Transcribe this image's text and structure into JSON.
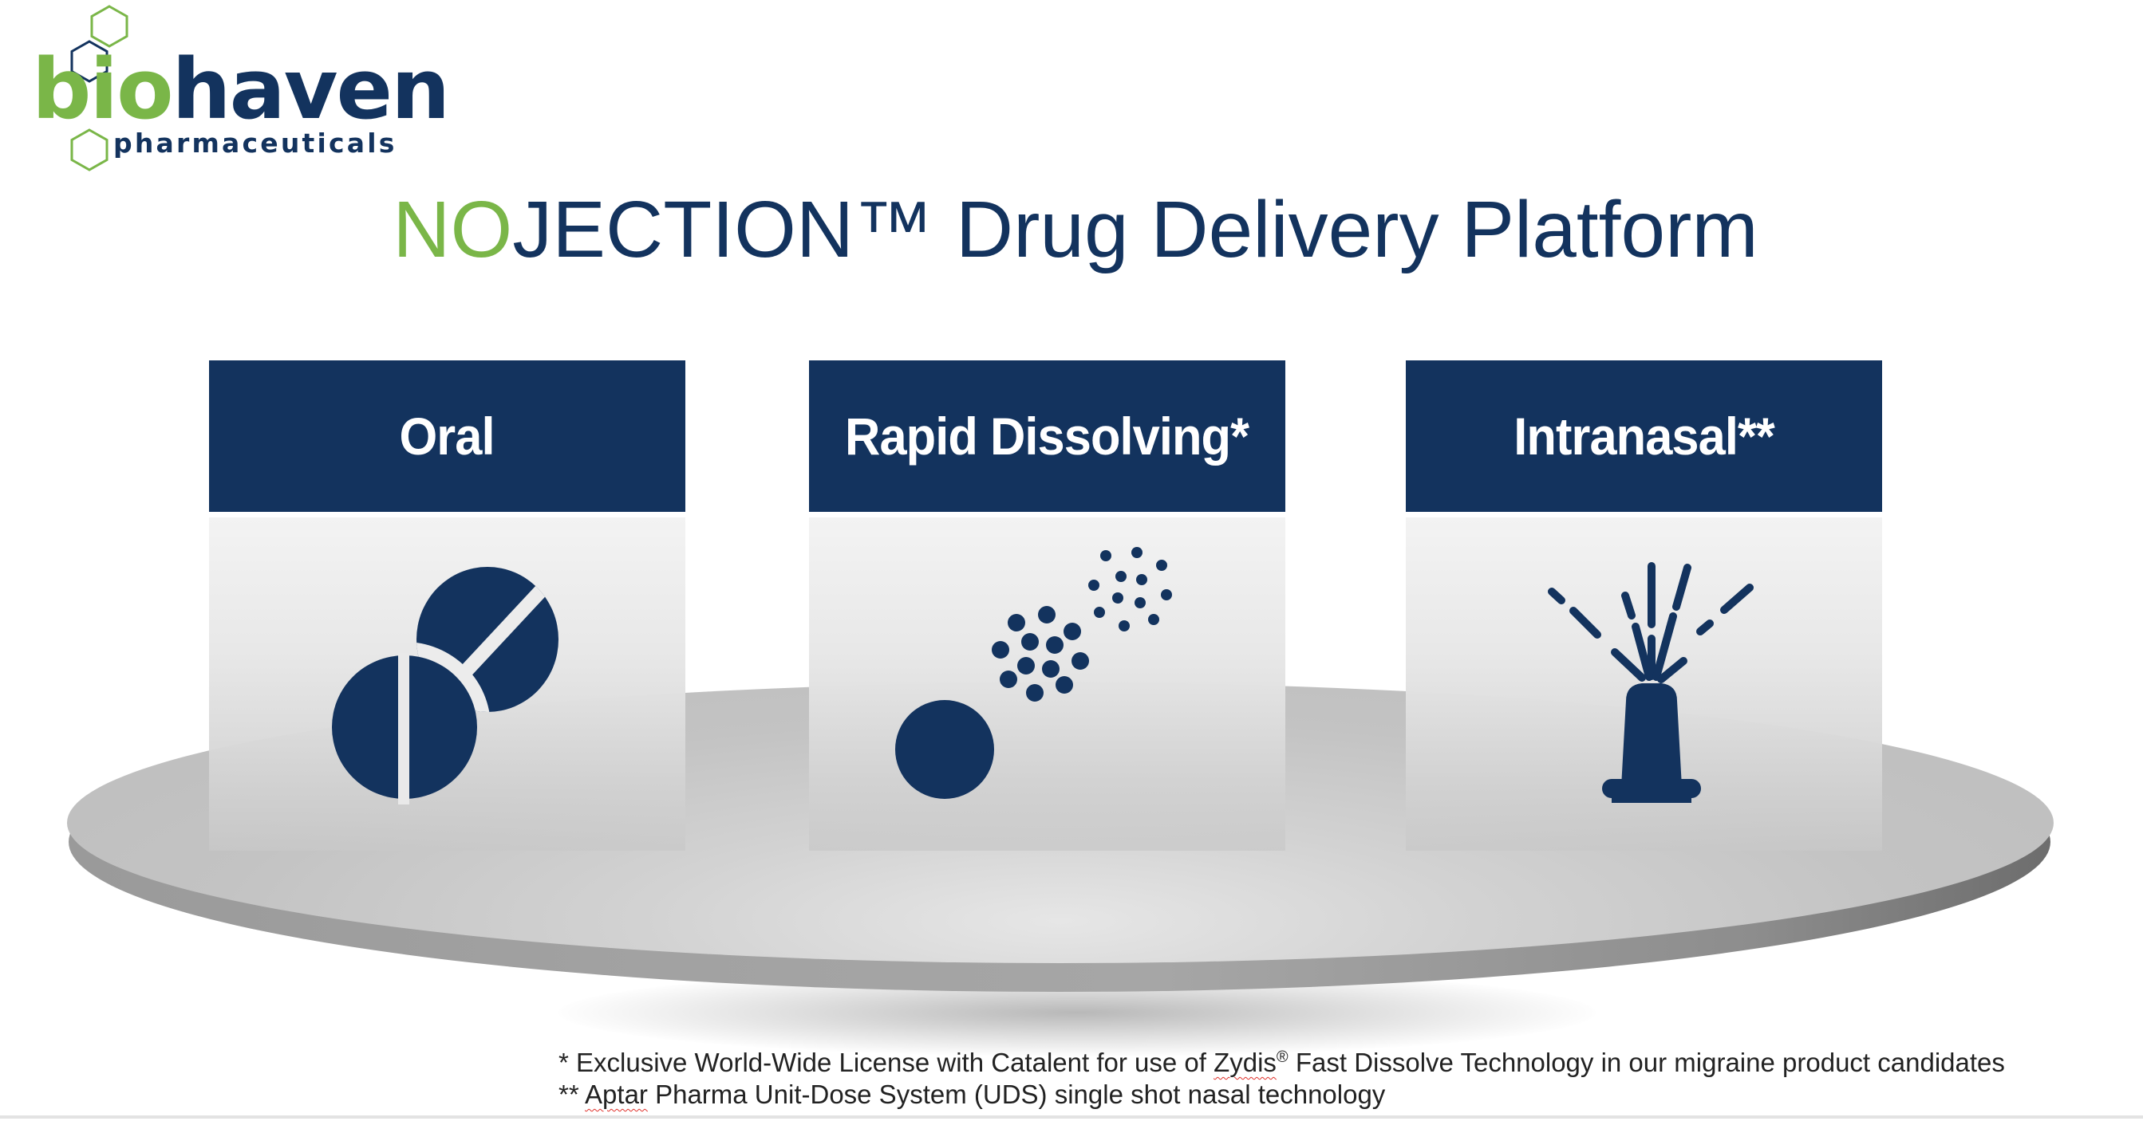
{
  "logo": {
    "word_bio": "bio",
    "word_haven": "haven",
    "subtitle": "pharmaceuticals",
    "icon": "hexagon-molecule-icon",
    "colors": {
      "green": "#7ab648",
      "navy": "#13335e"
    }
  },
  "title": {
    "accent": "NO",
    "rest": "JECTION™ Drug Delivery Platform"
  },
  "cards": [
    {
      "label": "Oral",
      "icon": "pill-tablets-icon"
    },
    {
      "label": "Rapid Dissolving*",
      "icon": "dissolving-particles-icon"
    },
    {
      "label": "Intranasal**",
      "icon": "nasal-spray-icon"
    }
  ],
  "footnotes": {
    "line1": {
      "prefix": "* Exclusive World-Wide License with Catalent for use of ",
      "brand": "Zydis",
      "registered": "®",
      "suffix": " Fast Dissolve Technology in our migraine product candidates"
    },
    "line2": {
      "prefix": "** ",
      "brand": "Aptar",
      "suffix": " Pharma Unit-Dose System (UDS) single shot nasal technology"
    }
  },
  "colors": {
    "primary_navy": "#13335e",
    "accent_green": "#7ab648",
    "platform_grey": "#bdbdbd"
  }
}
